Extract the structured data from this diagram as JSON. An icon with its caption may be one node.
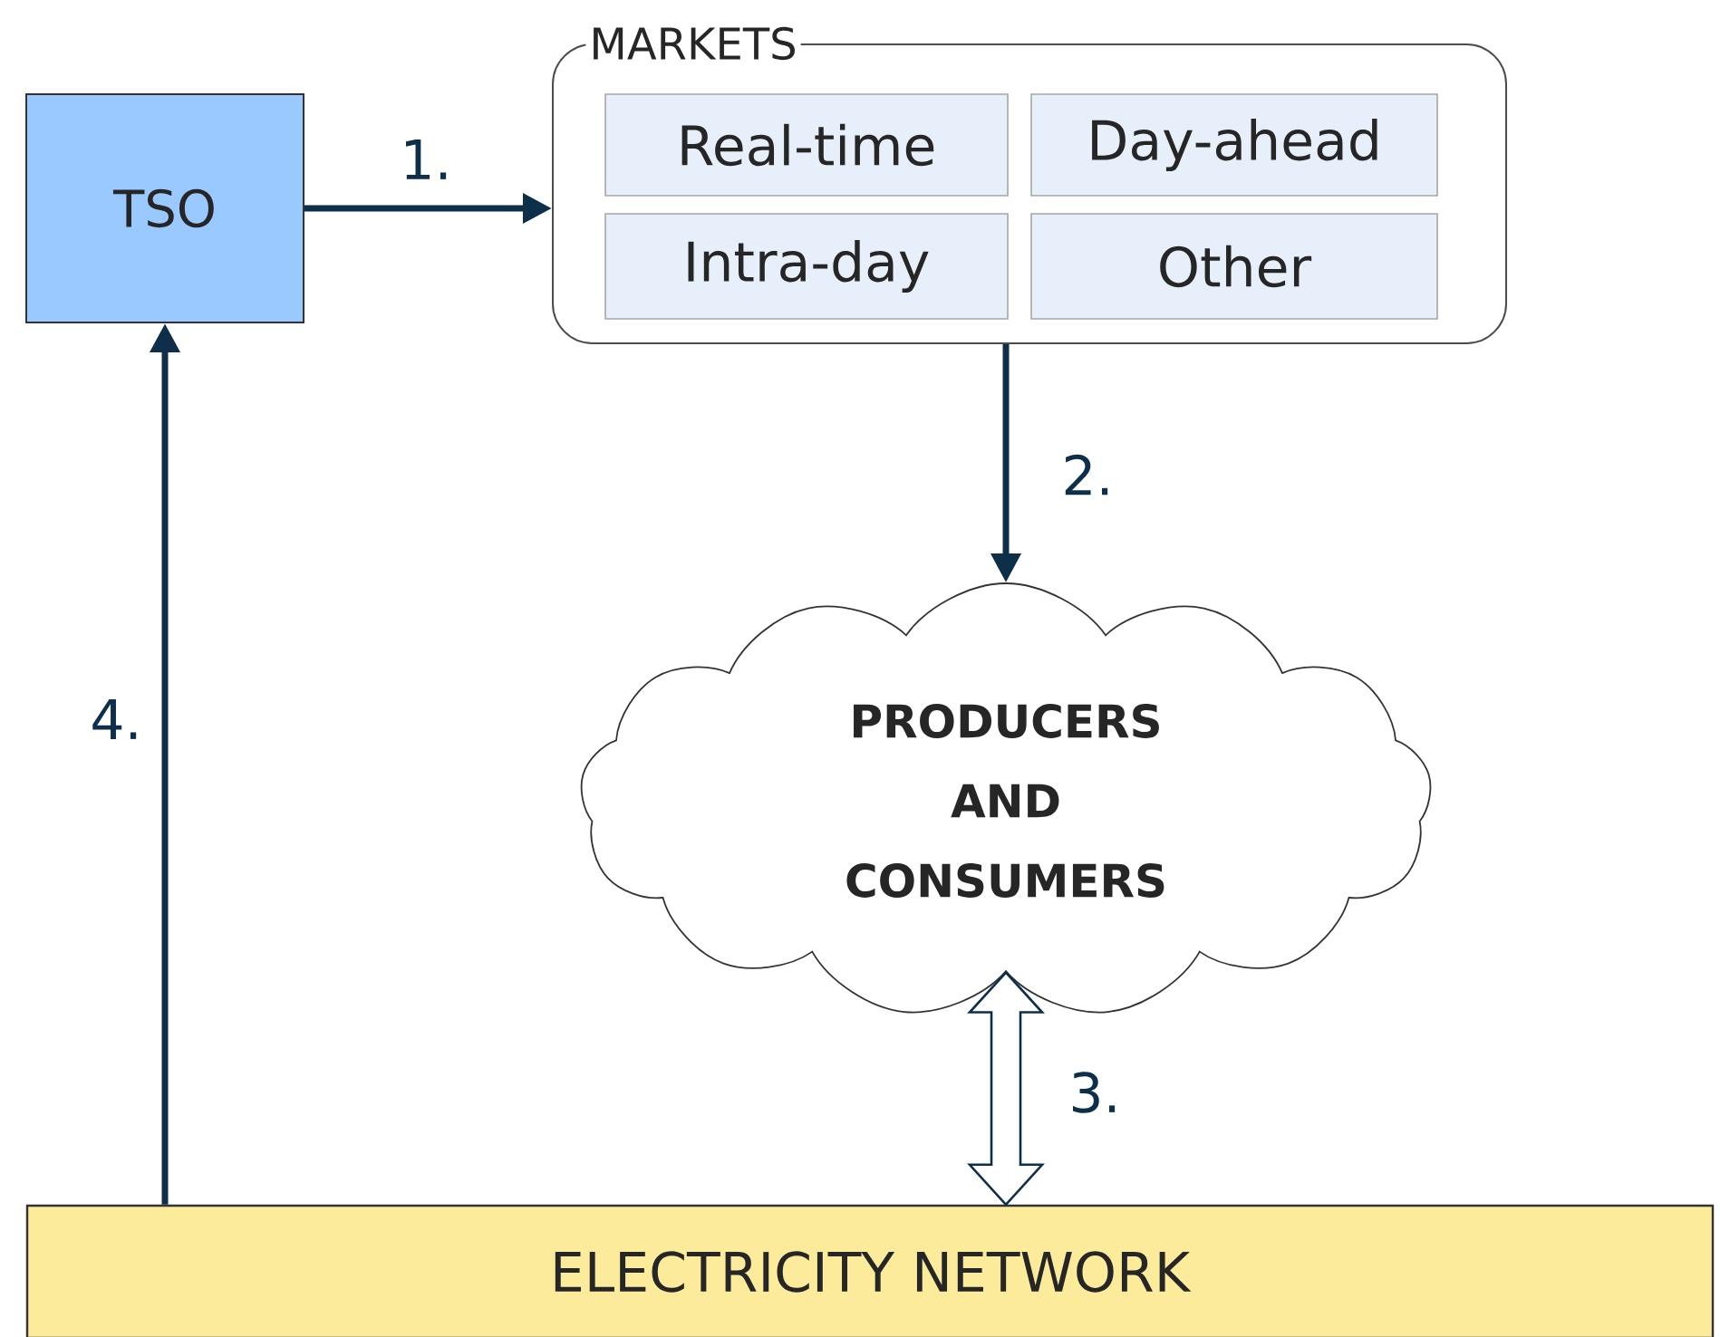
{
  "diagram": {
    "nodes": [
      {
        "text": [
          "TSO"
        ]
      },
      {
        "text": [
          "MARKETS"
        ]
      },
      {
        "text": [
          "Real-time"
        ],
        "in": 1
      },
      {
        "text": [
          "Day-ahead"
        ],
        "in": 1
      },
      {
        "text": [
          "Intra-day"
        ],
        "in": 1
      },
      {
        "text": [
          "Other"
        ],
        "in": 1
      },
      {
        "text": [
          "PRODUCERS AND CONSUMERS"
        ]
      },
      {
        "text": [
          "ELECTRICITY NETWORK"
        ]
      }
    ],
    "edges": [
      {
        "from": 0,
        "to": 1,
        "arrow": "to",
        "label": "1."
      },
      {
        "from": 1,
        "to": 6,
        "arrow": "to",
        "label": "2."
      },
      {
        "from": 6,
        "to": 7,
        "arrow": "both",
        "label": "3.",
        "style": "thick"
      },
      {
        "from": 7,
        "to": 0,
        "arrow": "to",
        "label": "4."
      }
    ]
  }
}
